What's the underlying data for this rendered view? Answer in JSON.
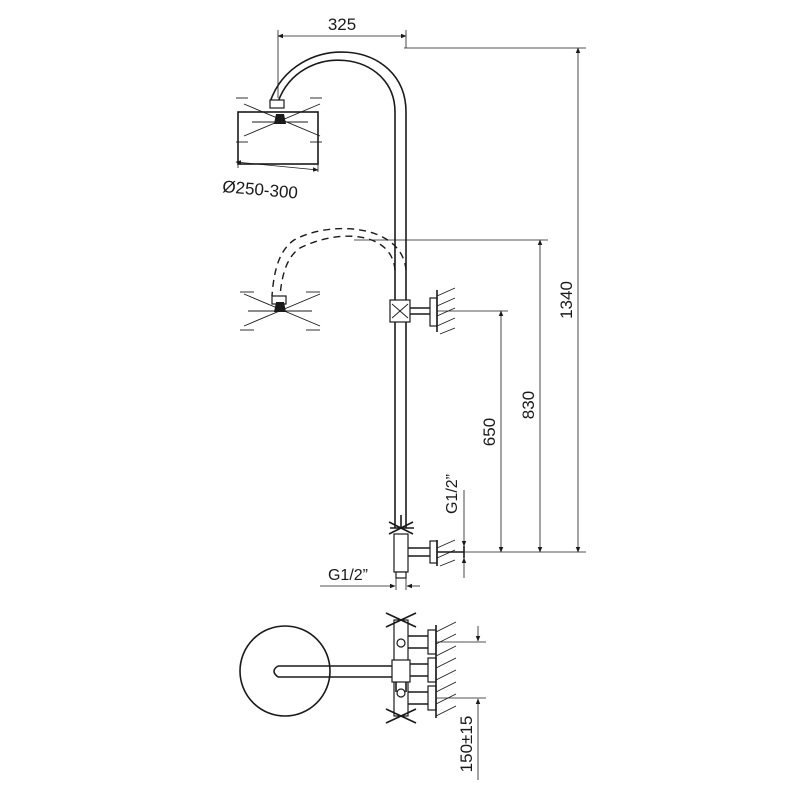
{
  "dimensions": {
    "arm_reach": "325",
    "head_diameter": "Ø250-300",
    "total_height": "1340",
    "high_position": "830",
    "low_position": "650",
    "inlet_side": "G1/2”",
    "inlet_bottom": "G1/2”",
    "wall_center_spacing": "150±15"
  }
}
